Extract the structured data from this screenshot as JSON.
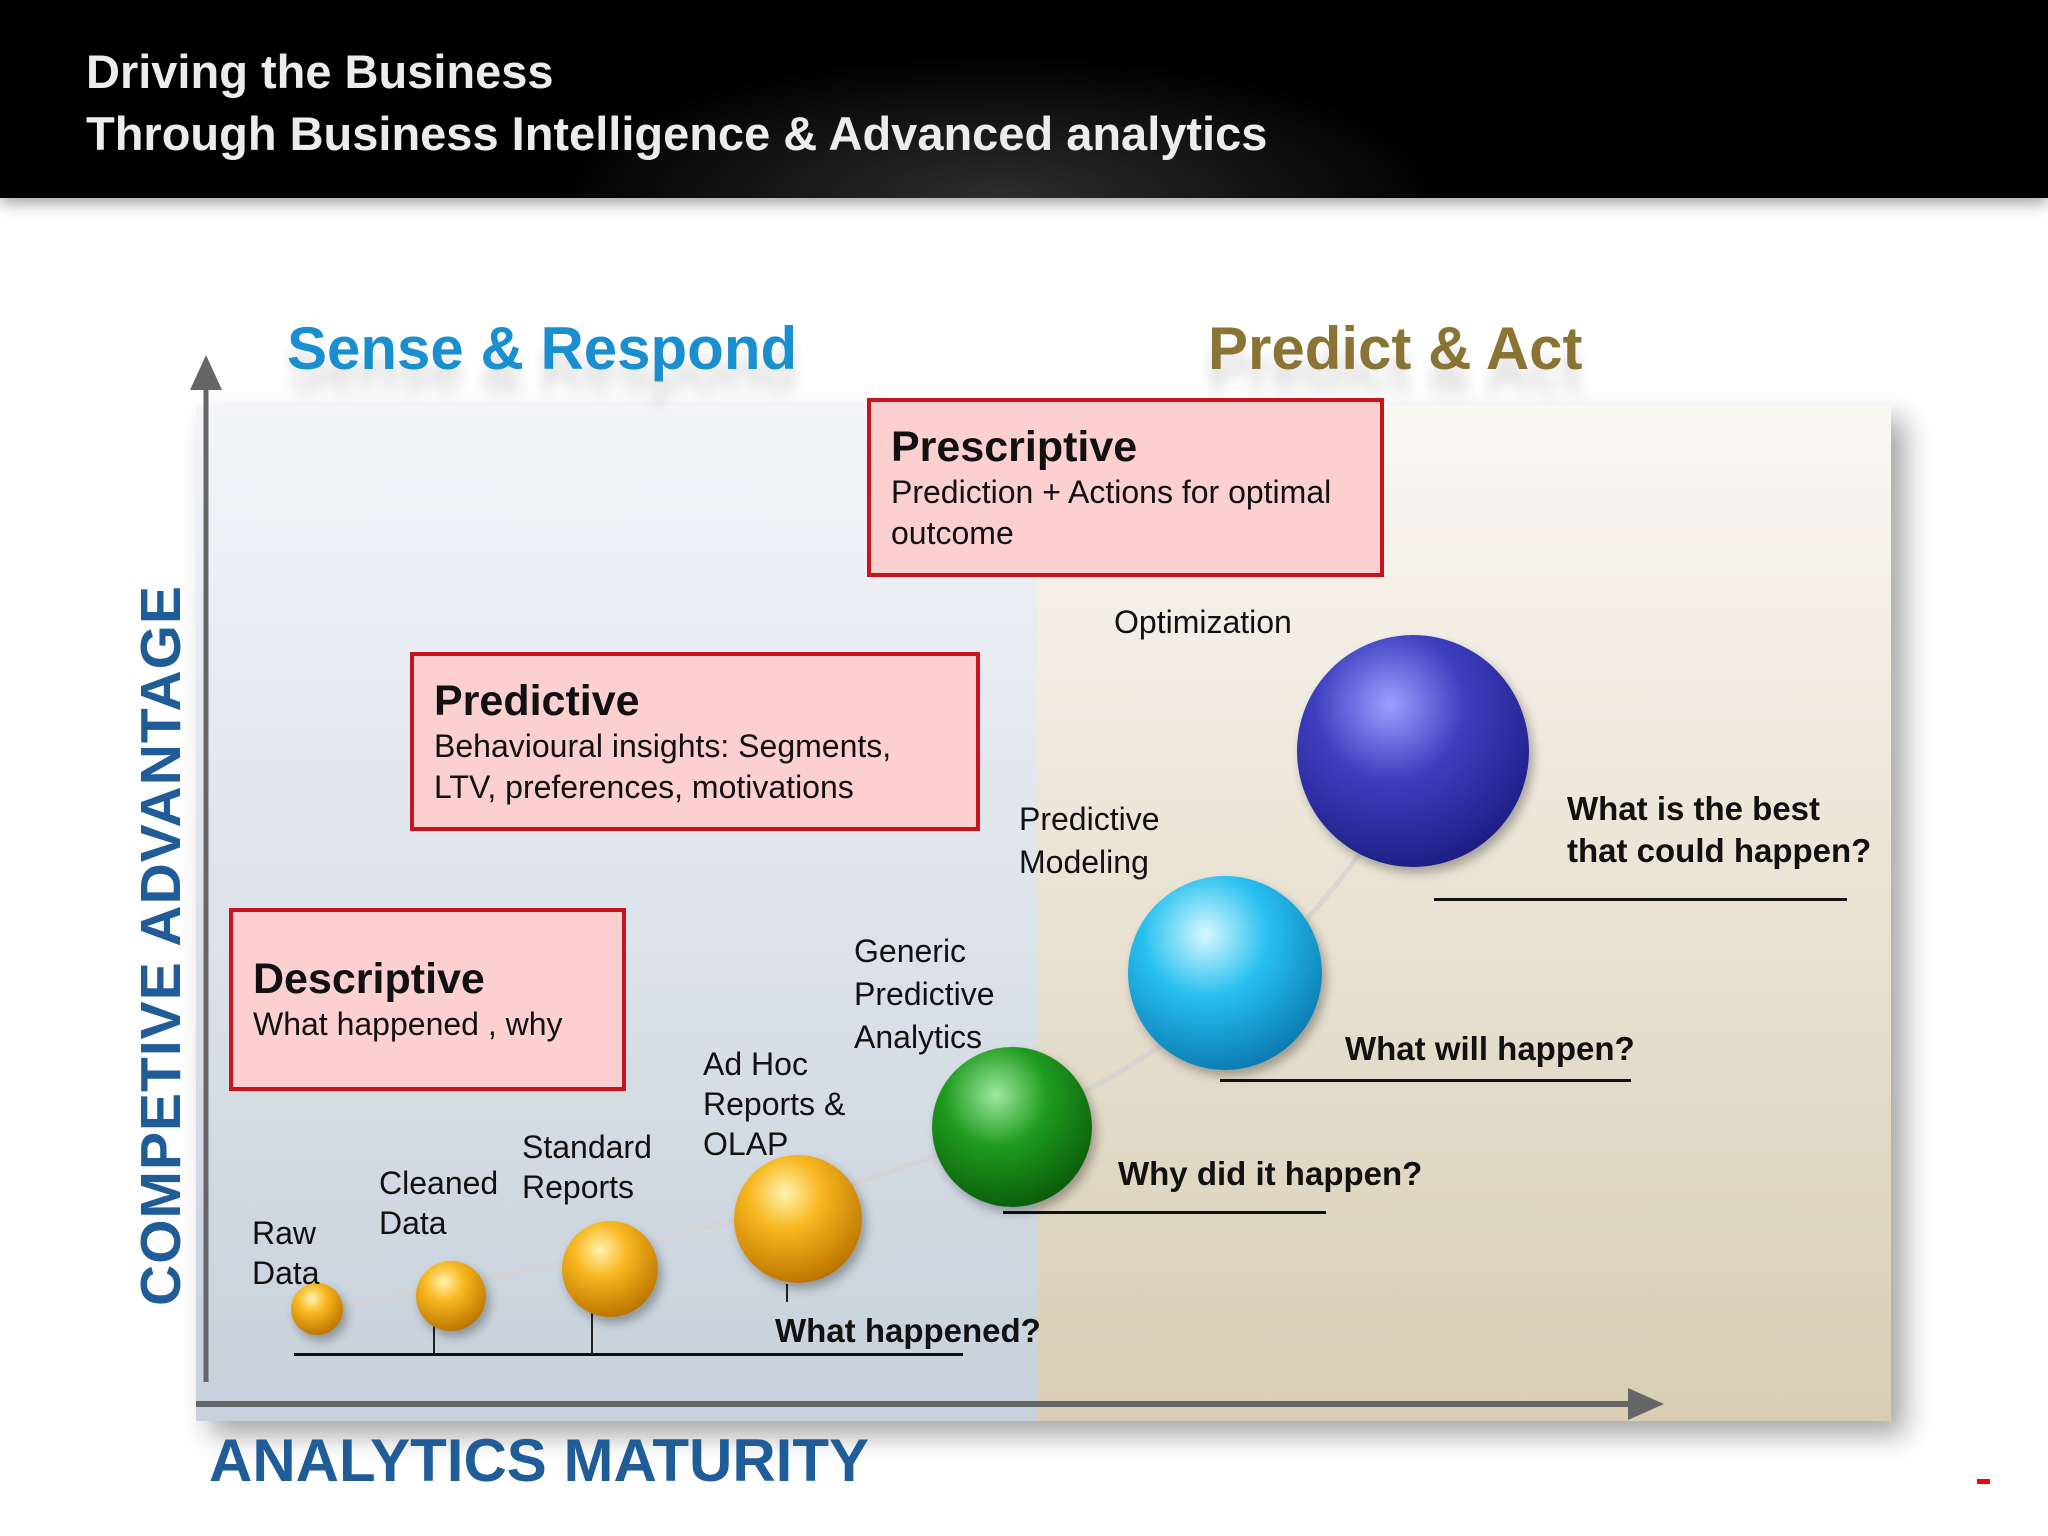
{
  "header": {
    "title_line1": "Driving the Business",
    "title_line2": "Through Business Intelligence & Advanced analytics"
  },
  "diagram": {
    "left_heading": "Sense & Respond",
    "right_heading": "Predict & Act",
    "y_axis_label": "COMPETIVE ADVANTAGE",
    "x_axis_label": "ANALYTICS MATURITY",
    "boxes": [
      {
        "title": "Prescriptive",
        "desc": "Prediction + Actions for optimal outcome"
      },
      {
        "title": "Predictive",
        "desc": "Behavioural insights: Segments, LTV, preferences, motivations"
      },
      {
        "title": "Descriptive",
        "desc": "What happened , why"
      }
    ],
    "stages": [
      {
        "line1": "Raw",
        "line2": "Data"
      },
      {
        "line1": "Cleaned",
        "line2": "Data"
      },
      {
        "line1": "Standard",
        "line2": "Reports"
      },
      {
        "line1": "Ad Hoc",
        "line2": "Reports &",
        "line3": "OLAP"
      },
      {
        "line1": "Generic",
        "line2": "Predictive",
        "line3": "Analytics"
      },
      {
        "line1": "Predictive",
        "line2": "Modeling"
      },
      {
        "line1": "Optimization"
      }
    ],
    "questions": [
      {
        "text": "What happened?"
      },
      {
        "text": "Why did it happen?"
      },
      {
        "text": "What will happen?"
      },
      {
        "line1": "What is the best",
        "line2": "that could happen?"
      }
    ],
    "colors": {
      "sense": "#1a8fd0",
      "predict": "#8a7433",
      "axis_label": "#1f5c98",
      "box_border": "#c8141c",
      "box_fill": "#fcd0d0"
    }
  }
}
